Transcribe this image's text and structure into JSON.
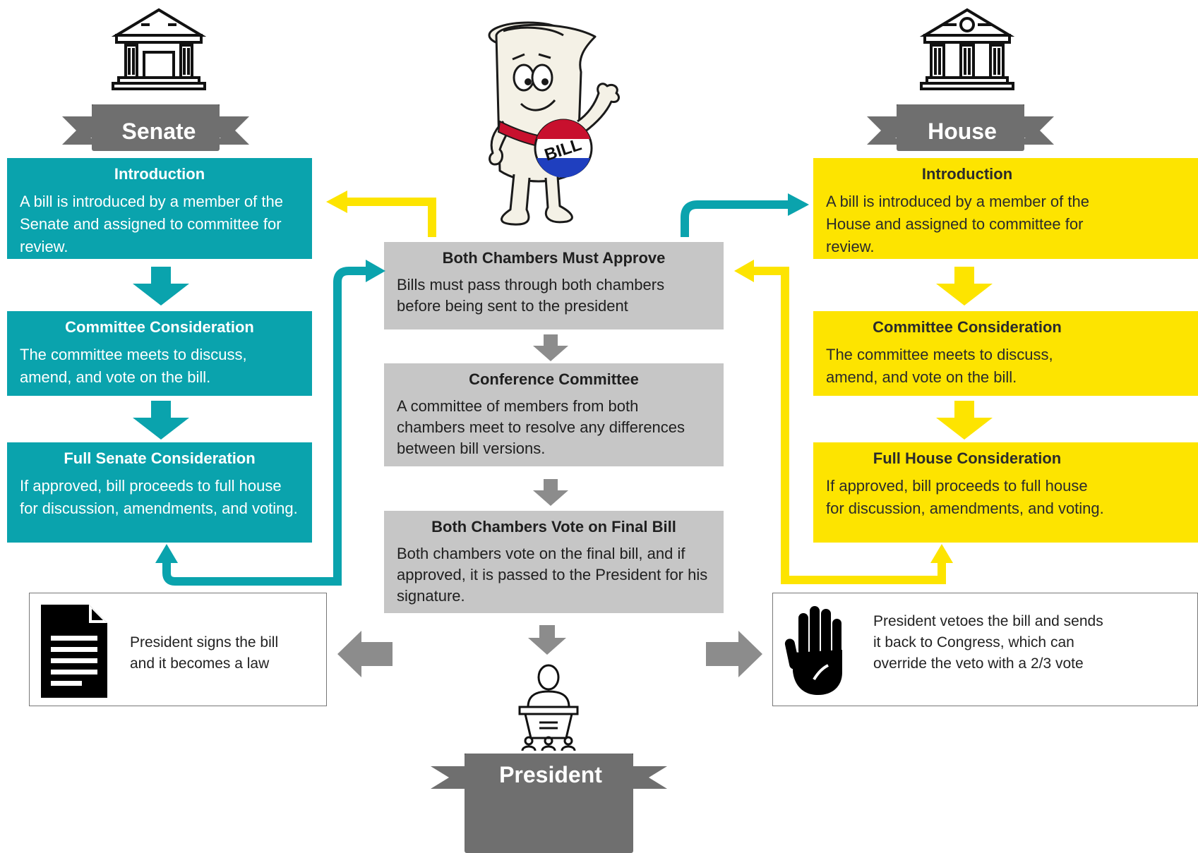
{
  "senate": {
    "label": "Senate",
    "introduction": {
      "title": "Introduction",
      "body": "A bill is introduced by a member of the Senate and assigned to committee for review."
    },
    "committee": {
      "title": "Committee Consideration",
      "body": "The committee meets to discuss, amend, and vote on the bill."
    },
    "full": {
      "title": "Full Senate Consideration",
      "body": "If approved, bill proceeds to full house for discussion, amendments, and voting."
    }
  },
  "house": {
    "label": "House",
    "introduction": {
      "title": "Introduction",
      "body": "A bill is introduced by a member of the House and assigned to committee for review."
    },
    "committee": {
      "title": "Committee Consideration",
      "body": "The committee meets to discuss, amend, and vote on the bill."
    },
    "full": {
      "title": "Full House Consideration",
      "body": "If approved, bill proceeds to full house for discussion, amendments, and voting."
    }
  },
  "center": {
    "approve": {
      "title": "Both Chambers Must Approve",
      "body": "Bills must pass through both chambers before being sent to the president"
    },
    "conference": {
      "title": "Conference Committee",
      "body": "A committee of members from both chambers meet to resolve any differences between bill versions."
    },
    "final_vote": {
      "title": "Both Chambers Vote on Final Bill",
      "body": "Both chambers vote on the final bill, and if approved, it is passed to the President for his signature."
    }
  },
  "president": {
    "label": "President"
  },
  "mascot": {
    "badge_text": "BILL"
  },
  "outcomes": {
    "signs": "President signs the bill and it becomes a law",
    "veto": "President vetoes the bill and sends it back to Congress, which can override the veto with a 2/3 vote"
  },
  "icons": {
    "senate": "capitol-building-icon",
    "house": "capitol-building-icon",
    "president": "podium-speaker-icon",
    "sign": "document-icon",
    "veto": "raised-hand-icon"
  },
  "colors": {
    "senate": "#0aa3ad",
    "house": "#fde400",
    "center": "#c6c6c6",
    "banner": "#6f6f6f",
    "arrow_gray": "#8c8c8c"
  }
}
